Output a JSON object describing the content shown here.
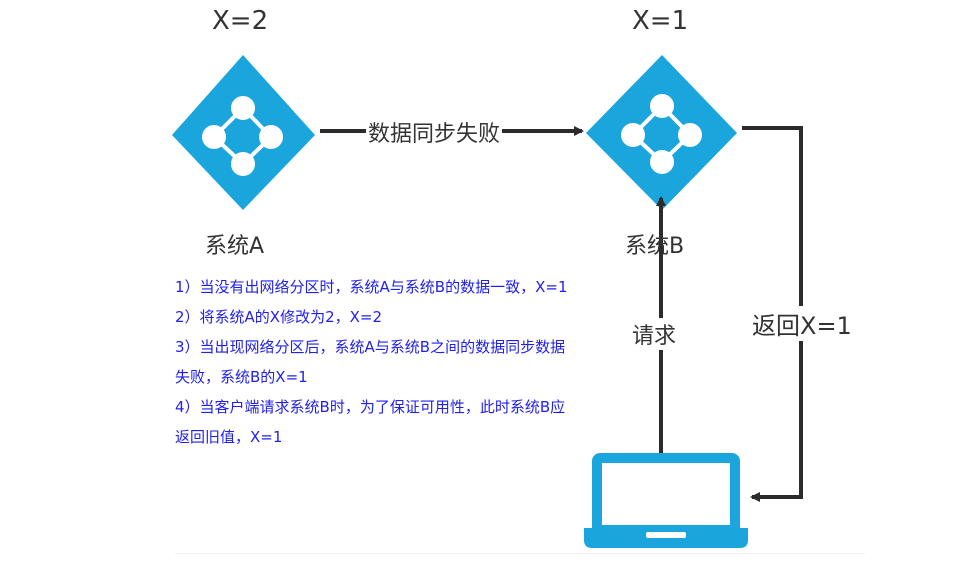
{
  "colors": {
    "node": "#1aa6dc",
    "node_inner": "#ffffff",
    "arrow": "#2b2b2b",
    "note_text": "#1f1ff0",
    "label_text": "#333333"
  },
  "nodes": {
    "system_a": {
      "value_label": "X=2",
      "name": "系统A",
      "icon": "network-node-icon"
    },
    "system_b": {
      "value_label": "X=1",
      "name": "系统B",
      "icon": "network-node-icon"
    },
    "client": {
      "icon": "laptop-icon"
    }
  },
  "edges": {
    "sync": {
      "label": "数据同步失败"
    },
    "request": {
      "label": "请求"
    },
    "response": {
      "label": "返回X=1"
    }
  },
  "notes": [
    "1）当没有出网络分区时，系统A与系统B的数据一致，X=1",
    "2）将系统A的X修改为2，X=2",
    "3）当出现网络分区后，系统A与系统B之间的数据同步数据失败，系统B的X=1",
    "4）当客户端请求系统B时，为了保证可用性，此时系统B应返回旧值，X=1"
  ]
}
